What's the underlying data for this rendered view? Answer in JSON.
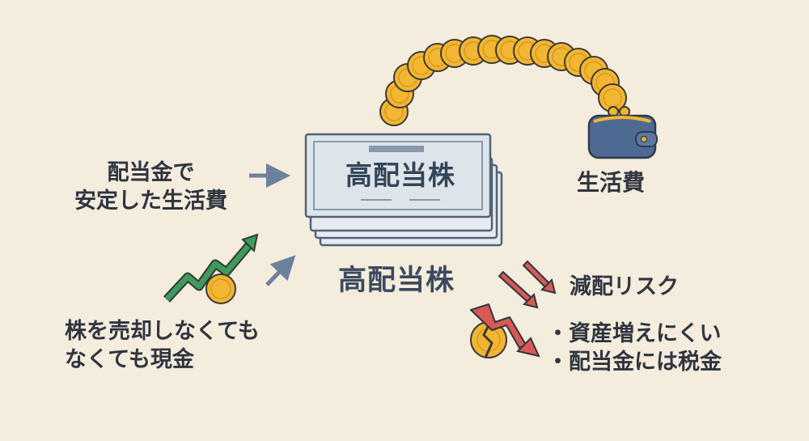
{
  "bill": {
    "title": "高配当株"
  },
  "main_label": "高配当株",
  "left_top": {
    "line1": "配当金で",
    "line2": "安定した生活費"
  },
  "left_bottom": {
    "line1": "株を売却しなくても",
    "line2": "なくても現金"
  },
  "wallet_label": "生活費",
  "risk_label": "減配リスク",
  "bullets": [
    "・資産増えにくい",
    "・配当金には税金"
  ],
  "colors": {
    "background": "#f4ecdc",
    "coin": "#f2b632",
    "bill": "#dde4ea",
    "bill_border": "#52627a",
    "wallet": "#4f6a92",
    "growth_arrow": "#3f9a5c",
    "risk_arrow": "#d95a52",
    "slate_arrow": "#6d809c"
  }
}
